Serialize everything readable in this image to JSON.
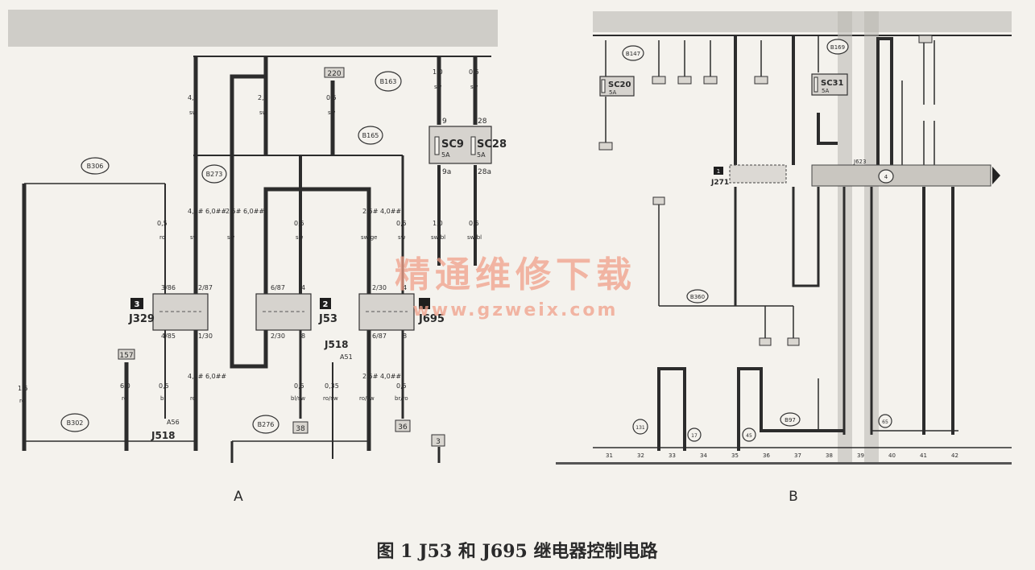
{
  "caption": "图 1  J53 和 J695 继电器控制电路",
  "panel_a": {
    "label": "A",
    "relays": [
      {
        "badge": "3",
        "name": "J329",
        "pins": [
          "3/86",
          "2/87",
          "4/85",
          "1/30"
        ]
      },
      {
        "badge": "2",
        "name": "J53",
        "pins": [
          "6/87",
          "4",
          "2/30",
          "8"
        ]
      },
      {
        "badge": "",
        "name": "J695",
        "pins": [
          "2/30",
          "4",
          "6/87",
          "8"
        ]
      }
    ],
    "fuses": [
      {
        "pin_top": "9",
        "name": "SC9",
        "rating": "5A",
        "pin_bottom": "9a"
      },
      {
        "pin_top": "28",
        "name": "SC28",
        "rating": "5A",
        "pin_bottom": "28a"
      }
    ],
    "connections": [
      "B306",
      "B273",
      "B163",
      "B165",
      "B302",
      "B276"
    ],
    "tags": [
      "220",
      "157",
      "38",
      "36",
      "3"
    ],
    "wires": [
      {
        "gauge": "4,0",
        "color": "sw"
      },
      {
        "gauge": "2,5",
        "color": "sw"
      },
      {
        "gauge": "0,5",
        "color": "sw"
      },
      {
        "gauge": "1,0",
        "color": "sw"
      },
      {
        "gauge": "0,5",
        "color": "sw"
      },
      {
        "gauge": "0,5",
        "color": "ro"
      },
      {
        "gauge": "4,0# 6,0##",
        "color": "sw"
      },
      {
        "gauge": "2,5# 6,0##",
        "color": "sw"
      },
      {
        "gauge": "0,5",
        "color": "sw"
      },
      {
        "gauge": "2,5# 4,0##",
        "color": "sw/ge"
      },
      {
        "gauge": "0,5",
        "color": "sw"
      },
      {
        "gauge": "1,0",
        "color": "sw/bl"
      },
      {
        "gauge": "0,5",
        "color": "sw/bl"
      },
      {
        "gauge": "1,5",
        "color": "ro"
      },
      {
        "gauge": "6,0",
        "color": "ro"
      },
      {
        "gauge": "0,5",
        "color": "bl"
      },
      {
        "gauge": "4,0# 6,0##",
        "color": "ro"
      },
      {
        "gauge": "0,5",
        "color": "bl/sw"
      },
      {
        "gauge": "0,35",
        "color": "ro/sw"
      },
      {
        "gauge": "2,5# 4,0##",
        "color": "ro/sw"
      },
      {
        "gauge": "0,5",
        "color": "br/ro"
      }
    ],
    "refs": [
      "A56",
      "J518",
      "J518",
      "A51"
    ]
  },
  "panel_b": {
    "label": "B",
    "fuses": [
      {
        "name": "SC20",
        "rating": "5A"
      },
      {
        "name": "SC31",
        "rating": "5A"
      }
    ],
    "modules": [
      {
        "badge": "1",
        "name": "J271"
      },
      {
        "name": "J623",
        "badge": "4"
      }
    ],
    "connections": [
      "B147",
      "B169",
      "B360",
      "B97"
    ],
    "circle_refs": [
      "131",
      "17",
      "45",
      "65"
    ],
    "ground_numbers": [
      "31",
      "32",
      "33",
      "34",
      "35",
      "36",
      "37",
      "38",
      "39",
      "40",
      "41",
      "42"
    ]
  },
  "watermark": {
    "title": "精通维修下载",
    "url": "www.gzweix.com"
  },
  "colors": {
    "wire": "#2c2c2c",
    "paper": "#f4f2ed",
    "watermark": "#f0a08a",
    "shade": "#b8b6b0"
  }
}
